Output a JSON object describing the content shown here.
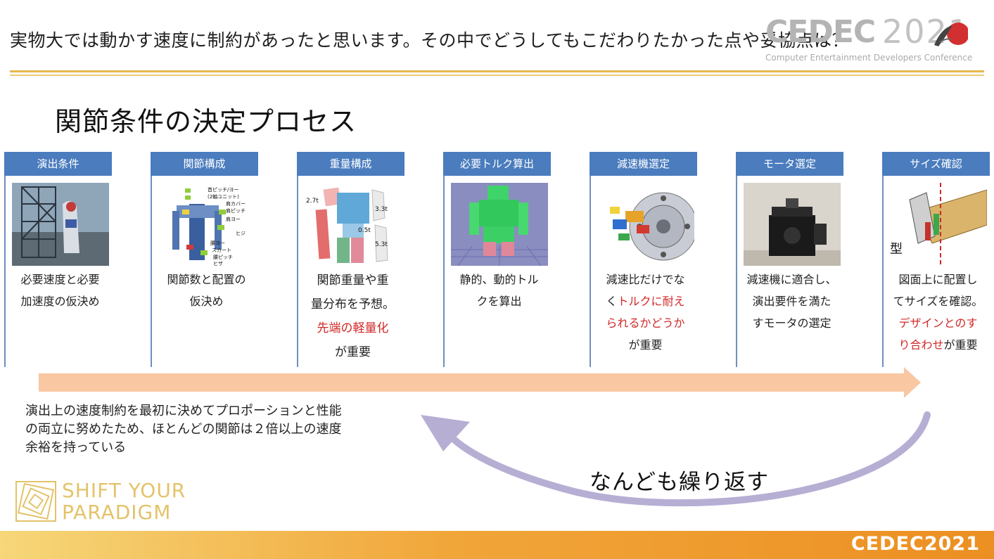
{
  "slide": {
    "question": "実物大では動かす速度に制約があったと思います。その中でどうしてもこだわりたかった点や妥協点は？",
    "heading": "関節条件の決定プロセス"
  },
  "header_logo": {
    "main": "CEDEC",
    "year": "2021",
    "subtitle": "Computer Entertainment Developers Conference"
  },
  "steps": [
    {
      "title": "演出条件",
      "text": [
        "必要速度と必要",
        "加速度の仮決め"
      ]
    },
    {
      "title": "関節構成",
      "text": [
        "関節数と配置の",
        "仮決め"
      ],
      "image_labels": [
        "首ピッチ/ヨー",
        "(2軸ユニット)",
        "肩カバー",
        "肩ピッチ",
        "肩ヨー",
        "ヒジ",
        "腰ヨー",
        "スカート",
        "腰ピッチ",
        "ヒザ"
      ]
    },
    {
      "title": "重量構成",
      "text": [
        "関節重量や重",
        "量分布を予想。"
      ],
      "highlight": "先端の軽量化",
      "tail": "が重要",
      "image_labels": [
        "2.7t",
        "3.3t",
        "0.5t",
        "5.3t"
      ]
    },
    {
      "title": "必要トルク算出",
      "text": [
        "静的、動的トル",
        "クを算出"
      ]
    },
    {
      "title": "減速機選定",
      "pre": "減速比だけでな",
      "hl_prefix": "く",
      "hl1": "トルクに耐え",
      "hl2": "られるかどうか",
      "tail": "が重要"
    },
    {
      "title": "モータ選定",
      "text": [
        "減速機に適合し、",
        "演出要件を満た",
        "すモータの選定"
      ]
    },
    {
      "title": "サイズ確認",
      "text": [
        "図面上に配置し",
        "てサイズを確認。"
      ],
      "hl1": "デザインとのす",
      "hl2": "り合わせ",
      "tail": "が重要",
      "image_labels": [
        "型"
      ]
    }
  ],
  "note": [
    "演出上の速度制約を最初に決めてプロポーションと性能",
    "の両立に努めたため、ほとんどの関節は２倍以上の速度",
    "余裕を持っている"
  ],
  "repeat_label": "なんども繰り返す",
  "branding": {
    "line1": "SHIFT YOUR",
    "line2": "PARADIGM"
  },
  "footer": {
    "logo": "CEDEC2021"
  },
  "colors": {
    "tab_blue": "#4a7cbe",
    "arrow_peach": "#f9c7a1",
    "loop_lavender": "#b7aed4",
    "highlight_red": "#d22828",
    "gold": "#e6b94a"
  }
}
